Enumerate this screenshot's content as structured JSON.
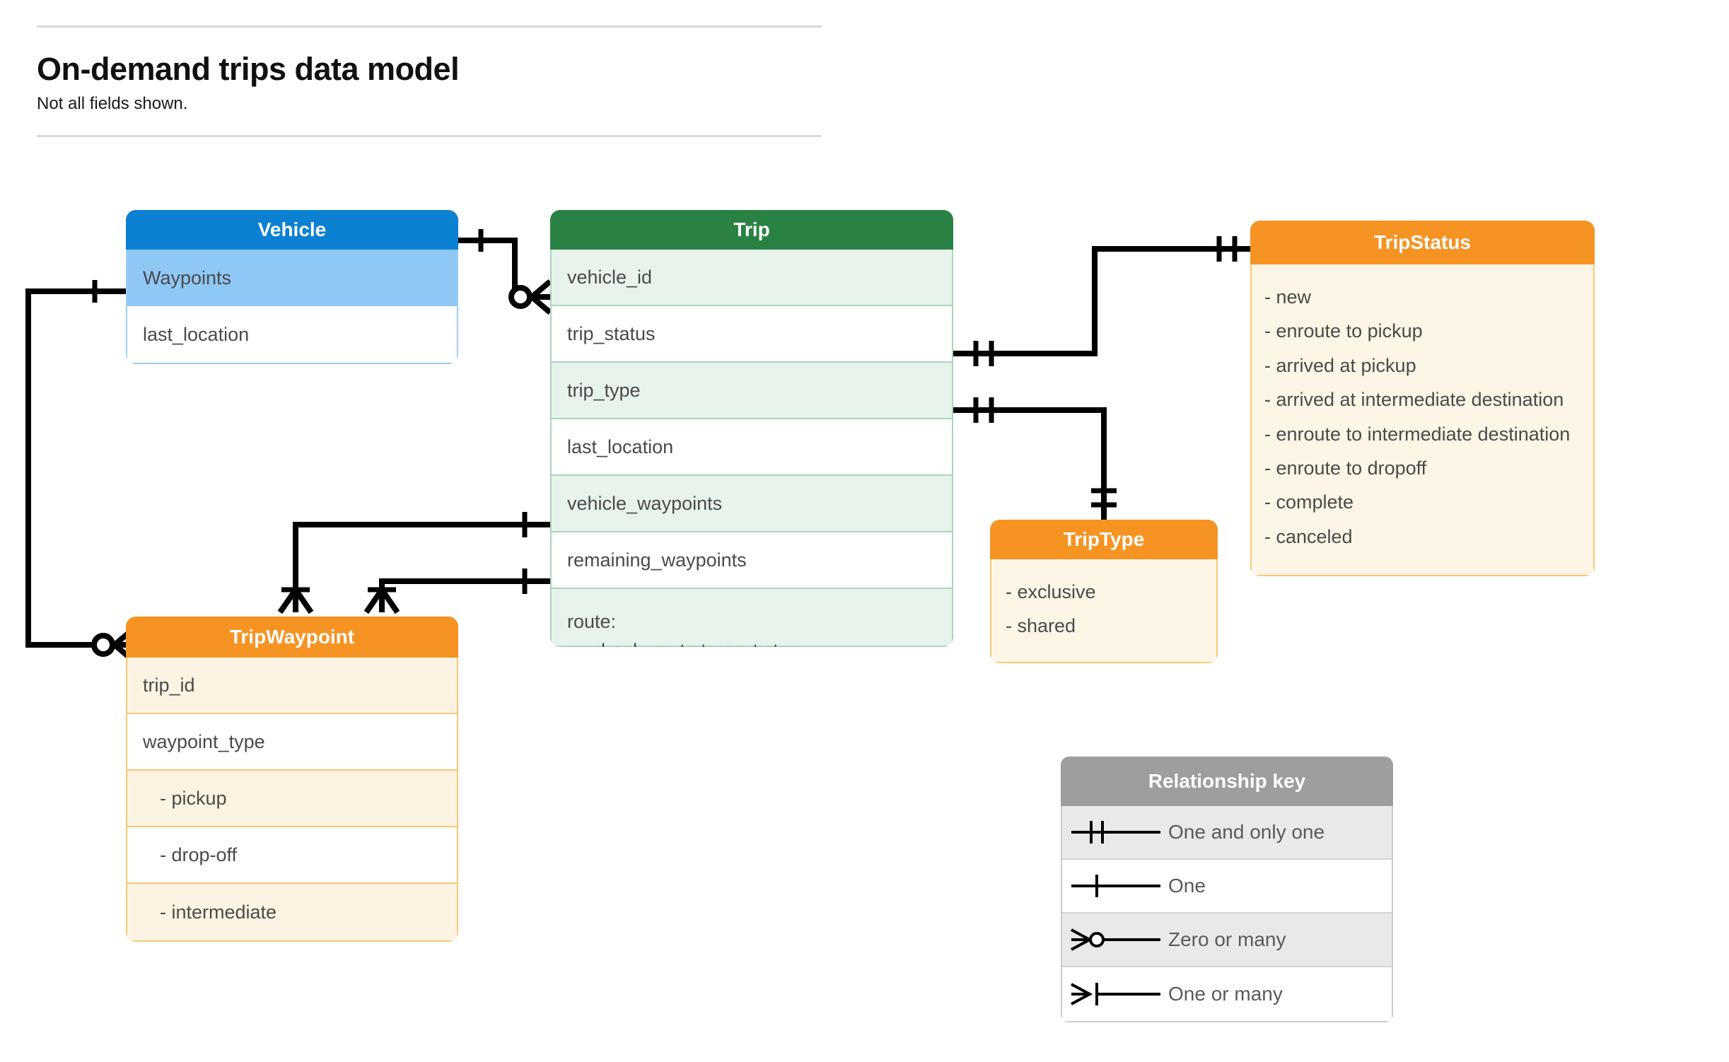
{
  "header": {
    "title": "On-demand trips data model",
    "subtitle": "Not all fields shown."
  },
  "colors": {
    "vehicle_header": "#0c80d1",
    "vehicle_row": "#8fc7f5",
    "trip_header": "#2a8144",
    "trip_row": "#e8f3ec",
    "orange_header": "#f59323",
    "orange_row": "#fdf5e6",
    "key_header": "#9e9e9e",
    "connector": "#000000"
  },
  "entities": {
    "vehicle": {
      "title": "Vehicle",
      "fields": [
        "Waypoints",
        "last_location"
      ]
    },
    "trip": {
      "title": "Trip",
      "fields": [
        "vehicle_id",
        "trip_status",
        "trip_type",
        "last_location",
        "vehicle_waypoints",
        "remaining_waypoints"
      ],
      "route_label": "route:",
      "route_description": "read-only route to next stop"
    },
    "trip_waypoint": {
      "title": "TripWaypoint",
      "fields": [
        "trip_id",
        "waypoint_type"
      ],
      "waypoint_types": [
        "-  pickup",
        "-  drop-off",
        "-  intermediate"
      ]
    },
    "trip_type": {
      "title": "TripType",
      "values": [
        "- exclusive",
        "- shared"
      ]
    },
    "trip_status": {
      "title": "TripStatus",
      "values": [
        "- new",
        "- enroute to pickup",
        "- arrived at pickup",
        "- arrived at intermediate destination",
        "- enroute to intermediate destination",
        "- enroute to dropoff",
        "- complete",
        "- canceled"
      ]
    }
  },
  "relationship_key": {
    "title": "Relationship key",
    "rows": [
      {
        "label": "One and only one",
        "symbol": "one-and-only-one"
      },
      {
        "label": "One",
        "symbol": "one"
      },
      {
        "label": "Zero or many",
        "symbol": "zero-or-many"
      },
      {
        "label": "One or many",
        "symbol": "one-or-many"
      }
    ]
  },
  "relationships": [
    {
      "from": "Vehicle",
      "from_cardinality": "one",
      "to": "Trip.vehicle_id",
      "to_cardinality": "zero-or-many"
    },
    {
      "from": "Vehicle.Waypoints",
      "from_cardinality": "one",
      "to": "TripWaypoint",
      "to_cardinality": "zero-or-many"
    },
    {
      "from": "Trip.trip_status",
      "from_cardinality": "one-and-only-one",
      "to": "TripStatus",
      "to_cardinality": "one-and-only-one"
    },
    {
      "from": "Trip.trip_type",
      "from_cardinality": "one-and-only-one",
      "to": "TripType",
      "to_cardinality": "one-and-only-one"
    },
    {
      "from": "Trip.vehicle_waypoints",
      "from_cardinality": "one",
      "to": "TripWaypoint",
      "to_cardinality": "one-or-many"
    },
    {
      "from": "Trip.remaining_waypoints",
      "from_cardinality": "one",
      "to": "TripWaypoint",
      "to_cardinality": "one-or-many"
    }
  ]
}
